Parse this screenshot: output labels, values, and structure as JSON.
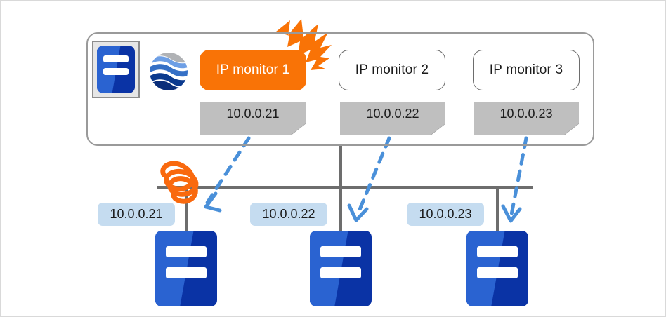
{
  "diagram": {
    "title": "IP monitor failover diagram",
    "colors": {
      "accent_orange": "#f97306",
      "arrow_blue": "#4a90d9",
      "chip_blue": "#c5dcf0",
      "note_gray": "#bfbfbf",
      "line_gray": "#6d6d6d",
      "server_blue": "#2a63d1",
      "server_navy": "#0a33a5"
    },
    "manager": {
      "server_icon_name": "manager-server-icon",
      "globe_icon_name": "globe-icon",
      "monitors": [
        {
          "label": "IP monitor 1",
          "state": "active",
          "note_ip": "10.0.0.21"
        },
        {
          "label": "IP monitor 2",
          "state": "idle",
          "note_ip": "10.0.0.22"
        },
        {
          "label": "IP monitor 3",
          "state": "idle",
          "note_ip": "10.0.0.23"
        }
      ],
      "alert_icon_name": "burst-alert-icon"
    },
    "network": {
      "fault_marker_name": "fault-scribble-icon",
      "nodes": [
        {
          "ip_label": "10.0.0.21",
          "server_icon_name": "node-server-icon-1"
        },
        {
          "ip_label": "10.0.0.22",
          "server_icon_name": "node-server-icon-2"
        },
        {
          "ip_label": "10.0.0.23",
          "server_icon_name": "node-server-icon-3"
        }
      ]
    }
  }
}
